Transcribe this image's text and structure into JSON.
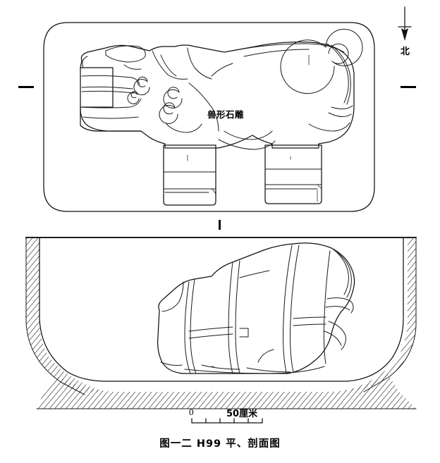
{
  "figure": {
    "caption": "图一二  H99 平、剖面图",
    "caption_number": "图一二",
    "caption_title": "H99 平、剖面图",
    "feature_id": "H99"
  },
  "plan_view": {
    "name": "plan-view",
    "artifact_label": "兽形石雕",
    "section_marker_left": "—",
    "section_marker_right": "—",
    "section_marker_bottom": "|"
  },
  "section_view": {
    "name": "section-view",
    "hatching": "soil-hatch"
  },
  "north_arrow": {
    "label": "北",
    "direction": "down"
  },
  "scale_bar": {
    "min_label": "0",
    "max_label": "50厘米",
    "max_value": 50,
    "unit": "厘米",
    "divisions": 5
  },
  "colors": {
    "ink": "#101010",
    "background": "#ffffff"
  }
}
